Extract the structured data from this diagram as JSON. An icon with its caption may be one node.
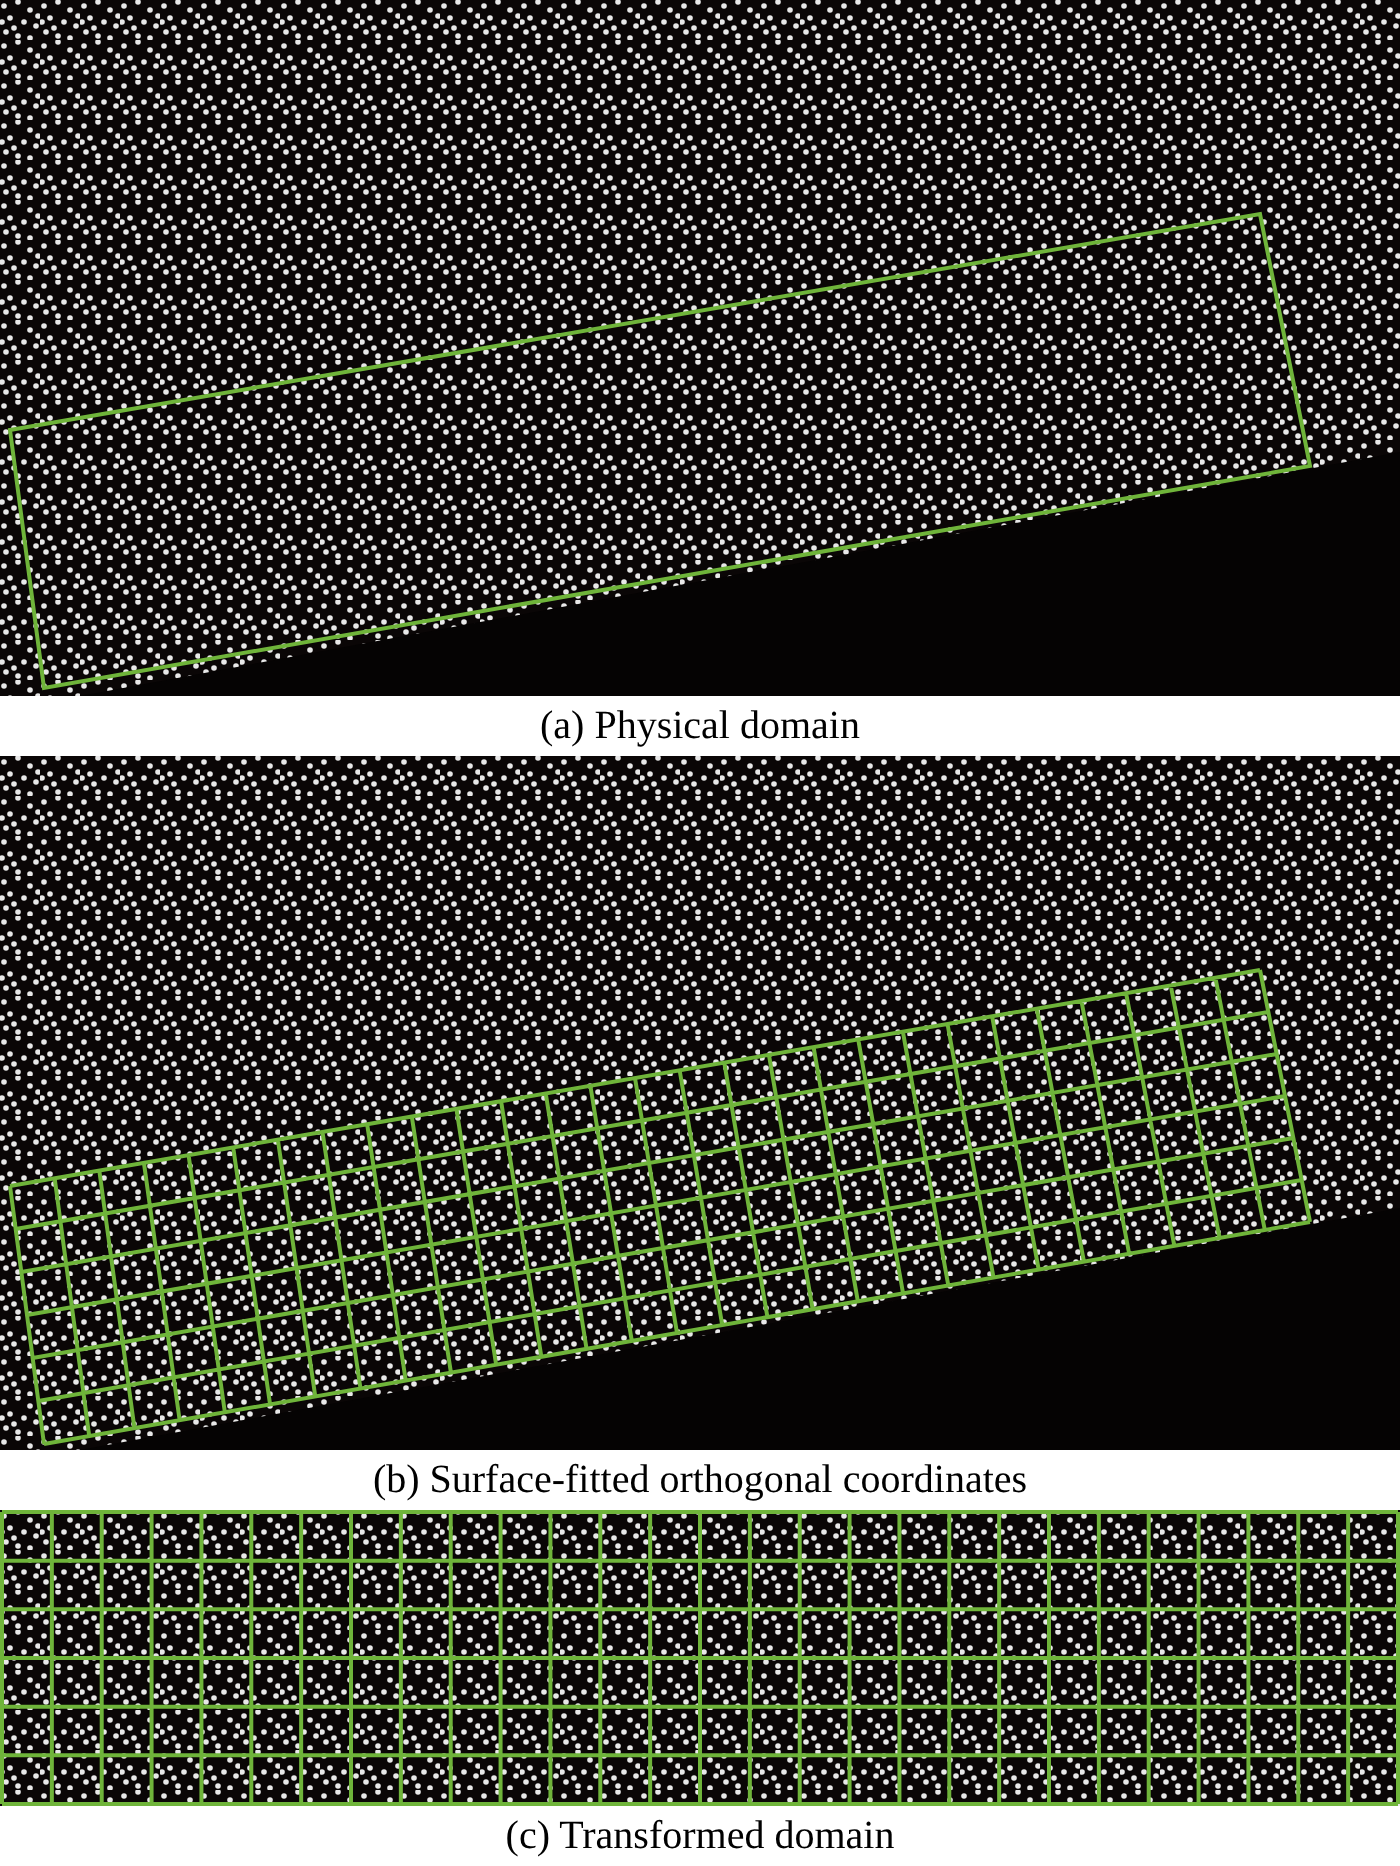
{
  "diagram": {
    "labels": [
      "(a) Physical domain",
      "(b) Surface-fitted orthogonal coordinates",
      "(c) Transformed domain"
    ]
  }
}
